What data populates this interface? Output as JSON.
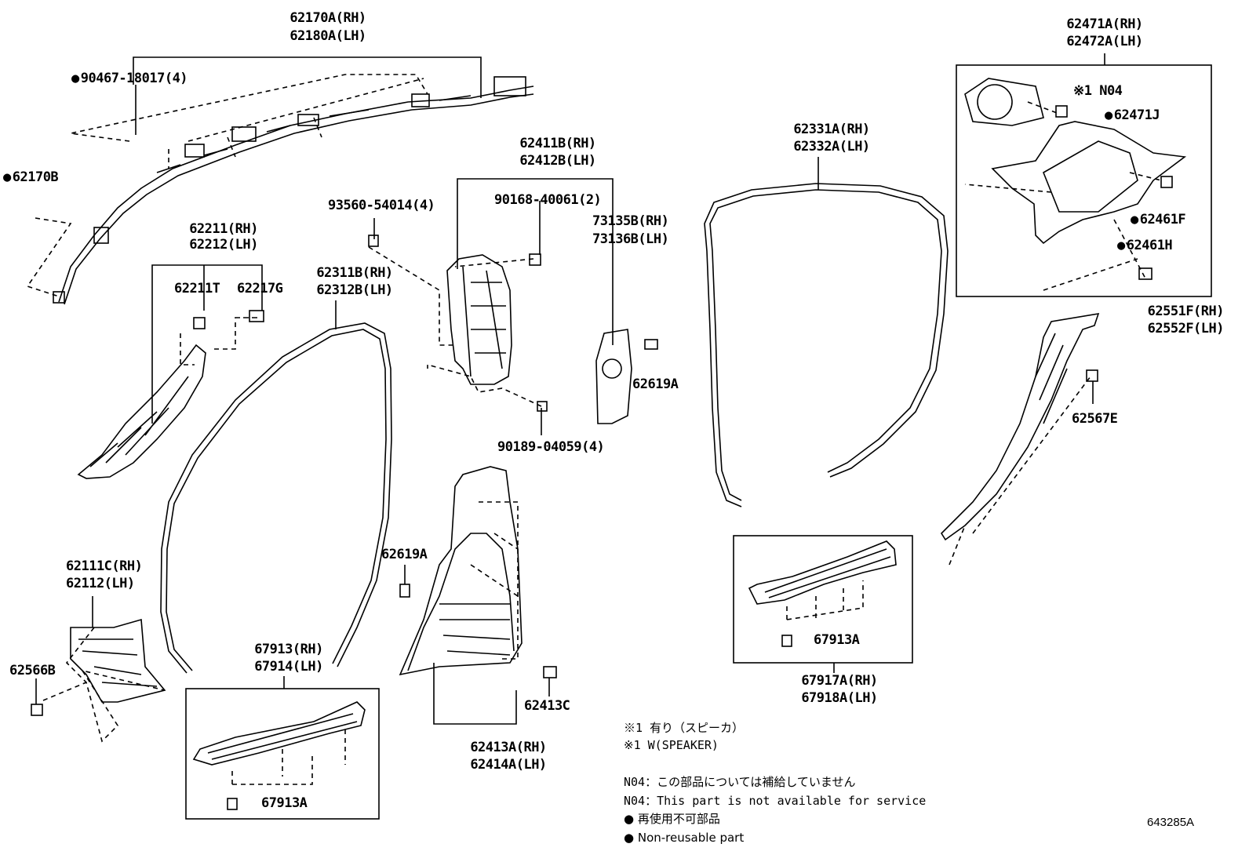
{
  "labels": {
    "roof_side_rail_rh": "62170A(RH)",
    "roof_side_rail_lh": "62180A(LH)",
    "screw_90467": "90467-18017(4)",
    "clip_62170B": "62170B",
    "pillar_front_rh": "62211(RH)",
    "pillar_front_lh": "62212(LH)",
    "clip_62211T": "62211T",
    "clip_62217G": "62217G",
    "weatherstrip_front_rh": "62311B(RH)",
    "weatherstrip_front_lh": "62312B(LH)",
    "screw_93560": "93560-54014(4)",
    "center_pillar_upper_rh": "62411B(RH)",
    "center_pillar_upper_lh": "62412B(LH)",
    "screw_90168": "90168-40061(2)",
    "nut_90189": "90189-04059(4)",
    "belt_anchor_rh": "73135B(RH)",
    "belt_anchor_lh": "73136B(LH)",
    "clip_62619A_upper": "62619A",
    "clip_62619A_lower": "62619A",
    "cowl_side_rh": "62111C(RH)",
    "cowl_side_lh": "62112(LH)",
    "clip_62566B": "62566B",
    "scuff_front_rh": "67913(RH)",
    "scuff_front_lh": "67914(LH)",
    "clip_67913A_front": "67913A",
    "center_pillar_lower_rh": "62413A(RH)",
    "center_pillar_lower_lh": "62414A(LH)",
    "clip_62413C": "62413C",
    "weatherstrip_rear_rh": "62331A(RH)",
    "weatherstrip_rear_lh": "62332A(LH)",
    "scuff_rear_rh": "67917A(RH)",
    "scuff_rear_lh": "67918A(LH)",
    "clip_67913A_rear": "67913A",
    "quarter_upper_rh": "62471A(RH)",
    "quarter_upper_lh": "62472A(LH)",
    "note_ref_n04": "※1 N04",
    "clip_62471J": "62471J",
    "clip_62461F": "62461F",
    "clip_62461H": "62461H",
    "quarter_lower_rh": "62551F(RH)",
    "quarter_lower_lh": "62552F(LH)",
    "clip_62567E": "62567E"
  },
  "notes": {
    "n1_jp": "※1  有り（スピーカ）",
    "n1_en": "※1  W(SPEAKER)",
    "n04_jp": "N04：この部品については補給していません",
    "n04_en": "N04：This part is not available for service",
    "nonreuse_jp": "● 再使用不可部品",
    "nonreuse_en": "● Non-reusable part"
  },
  "diagram_id": "643285A"
}
